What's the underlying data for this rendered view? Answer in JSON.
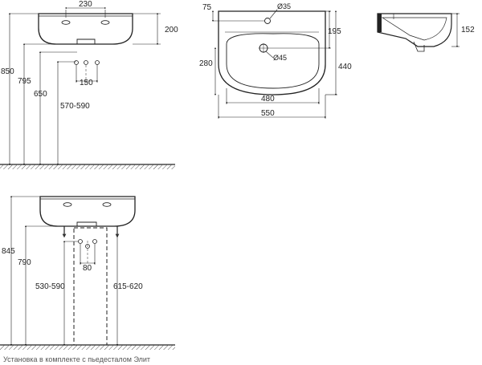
{
  "top_left_view": {
    "width_dim": "230",
    "basin_depth_dim": "200",
    "dims_left": [
      "850",
      "795",
      "650"
    ],
    "pipe_spacing": "150",
    "drain_range": "570-590"
  },
  "top_center_view": {
    "offset_75": "75",
    "tap_hole": "Ø35",
    "dim_195": "195",
    "dim_280": "280",
    "drain_hole": "Ø45",
    "dim_440": "440",
    "inner_width": "480",
    "outer_width": "550"
  },
  "top_right_view": {
    "depth_152": "152"
  },
  "bottom_view": {
    "dim_845": "845",
    "dim_790": "790",
    "dim_530_590": "530-590",
    "dim_80": "80",
    "dim_615_620": "615-620"
  },
  "caption": "Установка в комплекте с пьедесталом Элит"
}
